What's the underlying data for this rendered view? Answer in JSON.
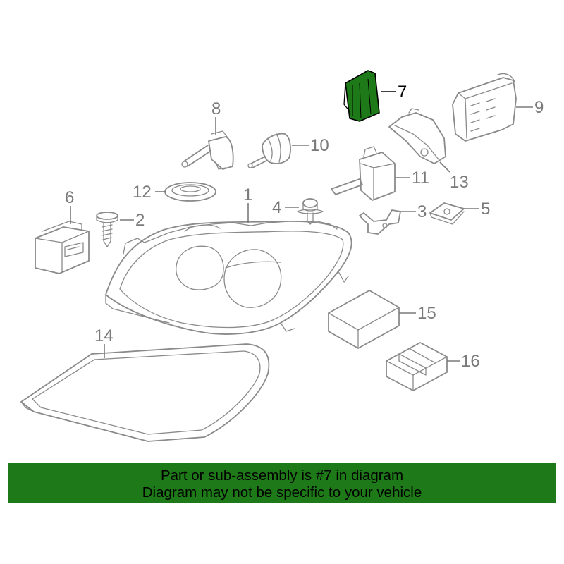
{
  "diagram": {
    "callouts": [
      "1",
      "2",
      "3",
      "4",
      "5",
      "6",
      "7",
      "8",
      "9",
      "10",
      "11",
      "12",
      "13",
      "14",
      "15",
      "16"
    ],
    "highlight_part": "7",
    "highlight_color": "#1e7a18",
    "line_color": "#8a8a8a"
  },
  "banner": {
    "line1": "Part or sub-assembly is #7 in diagram",
    "line2": "Diagram may not be specific to your vehicle",
    "background": "#1e7a18"
  }
}
